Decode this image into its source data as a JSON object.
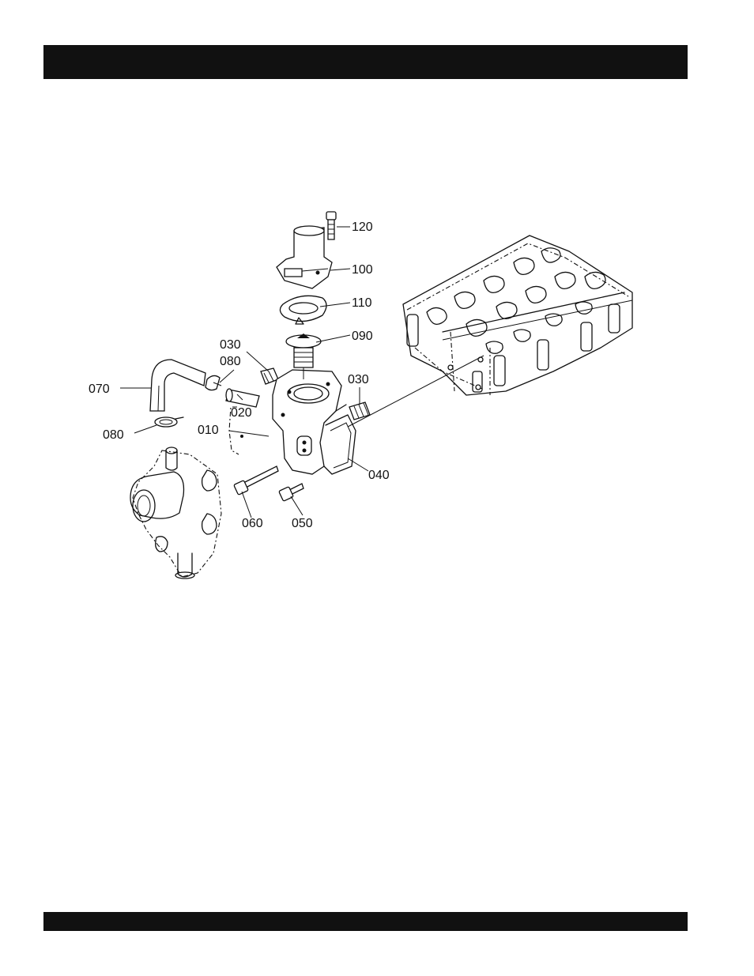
{
  "header_bar": {
    "color": "#111111"
  },
  "footer_bar": {
    "color": "#111111"
  },
  "diagram": {
    "parts": [
      {
        "id": "120",
        "label": "120"
      },
      {
        "id": "100",
        "label": "100"
      },
      {
        "id": "110",
        "label": "110"
      },
      {
        "id": "090",
        "label": "090"
      },
      {
        "id": "030a",
        "label": "030"
      },
      {
        "id": "080a",
        "label": "080"
      },
      {
        "id": "070",
        "label": "070"
      },
      {
        "id": "020",
        "label": "020"
      },
      {
        "id": "030b",
        "label": "030"
      },
      {
        "id": "080b",
        "label": "080"
      },
      {
        "id": "010",
        "label": "010"
      },
      {
        "id": "040",
        "label": "040"
      },
      {
        "id": "060",
        "label": "060"
      },
      {
        "id": "050",
        "label": "050"
      }
    ]
  }
}
